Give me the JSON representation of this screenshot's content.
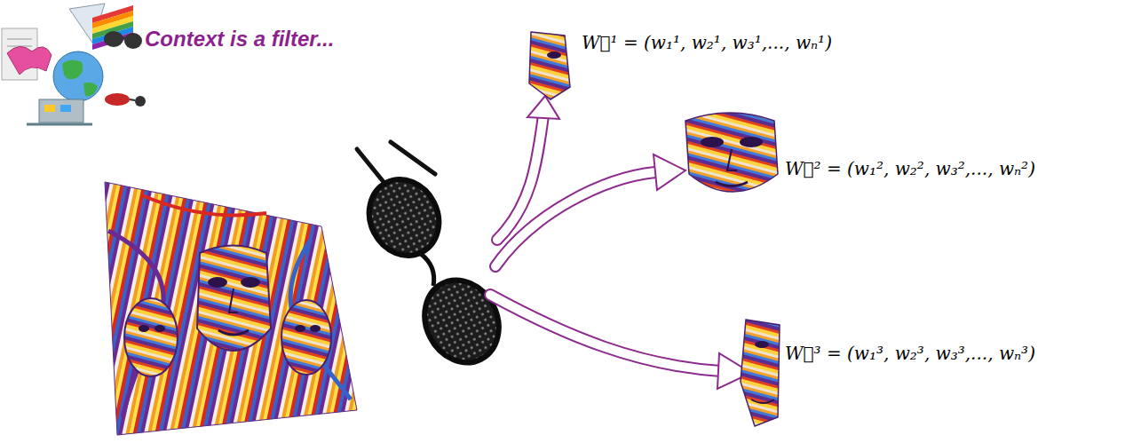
{
  "diagram": {
    "title": "Context is a filter...",
    "labels": [
      "W⃗¹ = (w₁¹, w₂¹, w₃¹,..., wₙ¹)",
      "W⃗² = (w₁², w₂², w₃²,..., wₙ²)",
      "W⃗³ = (w₁³, w₂³, w₃³,..., wₙ³)"
    ]
  }
}
